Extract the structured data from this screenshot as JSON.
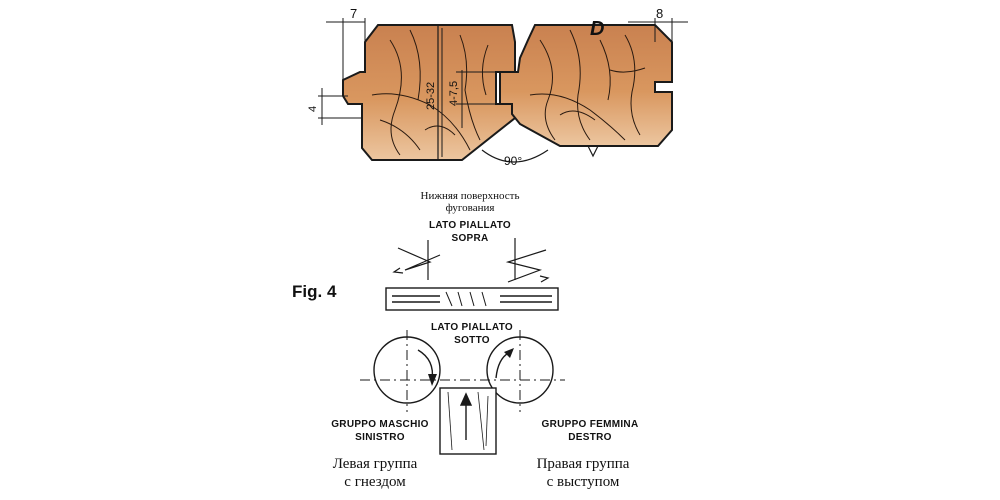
{
  "profile_diagram": {
    "dims": {
      "groove_width": "7",
      "tongue_width": "8",
      "tongue_offset": "4",
      "board_thickness": "25-32",
      "tongue_height": "4-7,5",
      "bevel_angle": "90°"
    },
    "profile_letter": "D",
    "colors": {
      "wood": "#cf8b56",
      "wood_light": "#e8b98c",
      "line": "#1a1a1a"
    }
  },
  "machine_diagram": {
    "figure_label": "Fig. 4",
    "top_note_ru": [
      "Нижняя поверхность",
      "фугования"
    ],
    "top_side_it": [
      "LATO PIALLATO",
      "SOPRA"
    ],
    "bottom_side_it": [
      "LATO PIALLATO",
      "SOTTO"
    ],
    "left_group_it": [
      "GRUPPO MASCHIO",
      "SINISTRO"
    ],
    "right_group_it": [
      "GRUPPO FEMMINA",
      "DESTRO"
    ],
    "left_group_ru": [
      "Левая группа",
      "с гнездом"
    ],
    "right_group_ru": [
      "Правая группа",
      "с выступом"
    ]
  }
}
